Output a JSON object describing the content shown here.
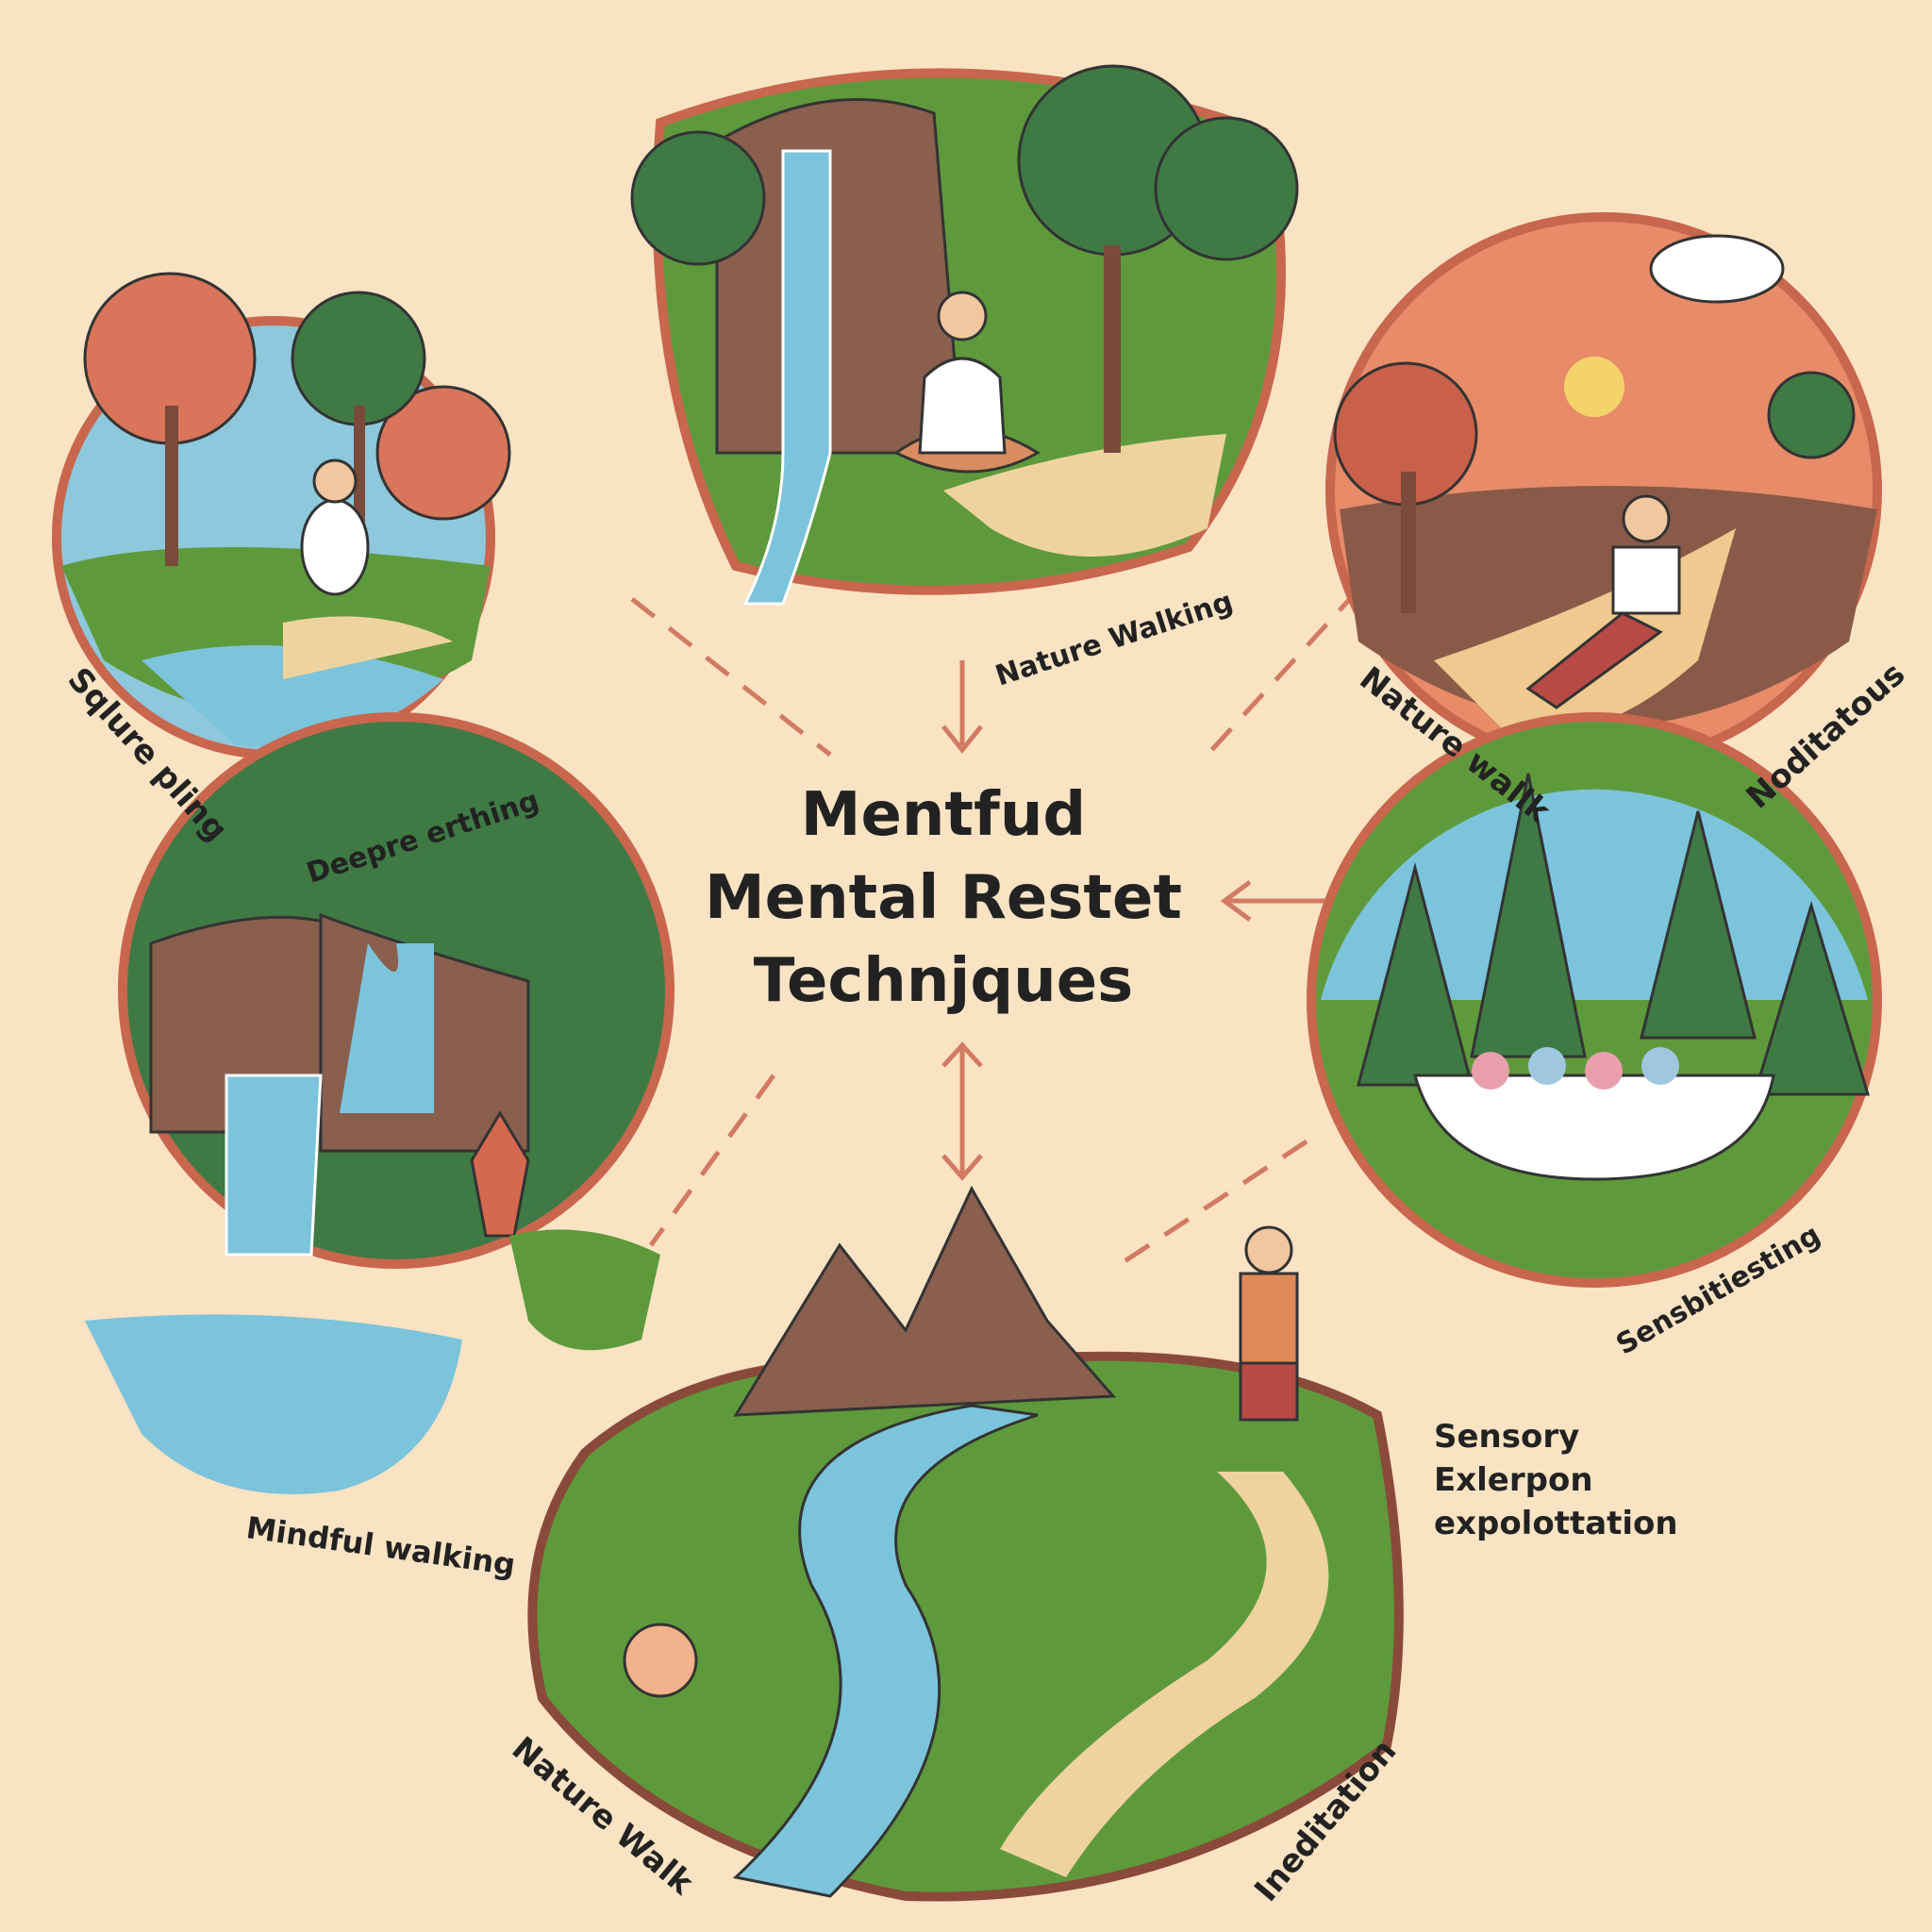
{
  "title": {
    "line1": "Mentfud",
    "line2": "Mental Restet",
    "line3": "Technjques"
  },
  "labels": {
    "top_center": "Nature Walking",
    "top_left_a": "Sqlure pling",
    "top_left_b": "Deepre erthing",
    "top_right_a": "Nature wallk",
    "top_right_b": "Noditatous",
    "left": "Mindful walking",
    "right": "Sensbitiesting",
    "right_bottom": [
      "Sensory",
      "Exlerpon",
      "expolottation"
    ],
    "bottom_left": "Nature Walk",
    "bottom_right": "Ineditation"
  },
  "colors": {
    "background": "#f9e3c3",
    "ring": "#c8664e",
    "water": "#7cc4dc",
    "grass": "#5e9a3c",
    "tree": "#3f7a45",
    "rock": "#8a5f4e",
    "connector": "#d27a63"
  }
}
